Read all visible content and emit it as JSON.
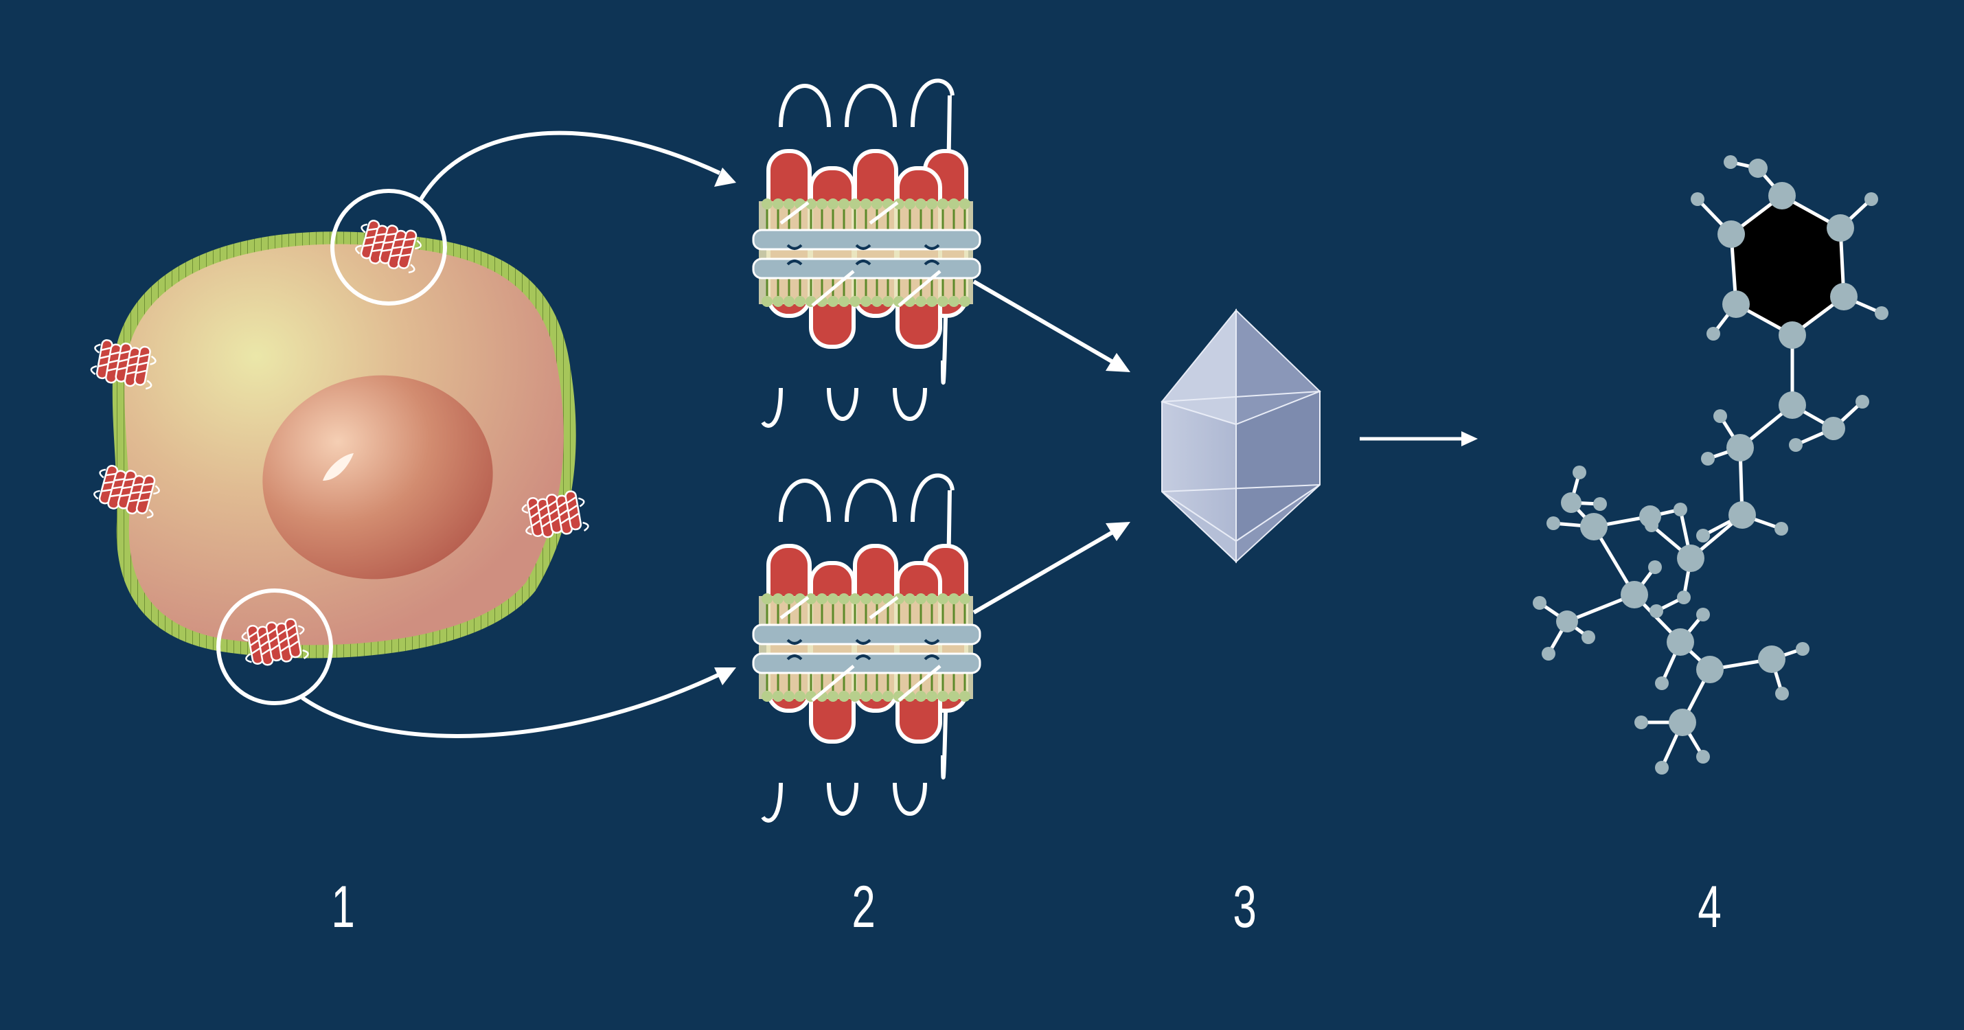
{
  "steps": [
    {
      "label": "1"
    },
    {
      "label": "2"
    },
    {
      "label": "3"
    },
    {
      "label": "4"
    }
  ],
  "colors": {
    "background": "#0e3455",
    "membrane": "#a6c65a",
    "cytoplasm": "#e6c79a",
    "nucleus": "#c9735c",
    "helix": "#c9443f",
    "bilayer": "#e6e0b4",
    "headgroup": "#b7cf8c",
    "belt": "#9eb7c3",
    "crystal": "#b9c3da",
    "atom": "#9fb5bd",
    "arrow": "#ffffff"
  }
}
